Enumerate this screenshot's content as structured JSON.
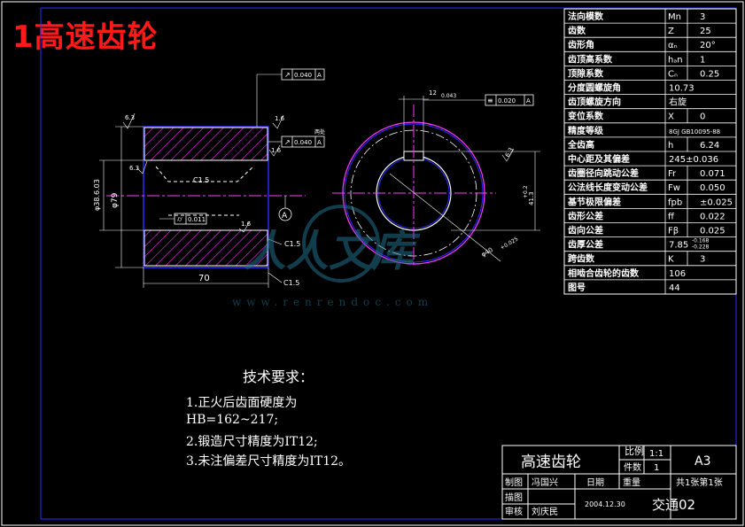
{
  "header": {
    "title": "1高速齿轮"
  },
  "params": [
    {
      "label": "法向模数",
      "sym": "Mn",
      "val": "3"
    },
    {
      "label": "齿数",
      "sym": "Z",
      "val": "25"
    },
    {
      "label": "齿形角",
      "sym": "αₙ",
      "val": "20°"
    },
    {
      "label": "齿顶高系数",
      "sym": "hₐn",
      "val": "1"
    },
    {
      "label": "顶隙系数",
      "sym": "Cₙ",
      "val": "0.25"
    },
    {
      "label": "分度圆螺旋角",
      "sym": "",
      "val": "10.73"
    },
    {
      "label": "齿顶螺旋方向",
      "sym": "",
      "val": "右旋"
    },
    {
      "label": "变位系数",
      "sym": "X",
      "val": "0"
    },
    {
      "label": "精度等级",
      "sym": "",
      "val": "8GJ GB10095-88"
    },
    {
      "label": "全齿高",
      "sym": "h",
      "val": "6.24"
    },
    {
      "label": "中心距及其偏差",
      "sym": "",
      "val": "245±0.036"
    },
    {
      "label": "齿圈径向跳动公差",
      "sym": "Fr",
      "val": "0.071"
    },
    {
      "label": "公法线长度变动公差",
      "sym": "Fw",
      "val": "0.050"
    },
    {
      "label": "基节极限偏差",
      "sym": "fpb",
      "val": "±0.025"
    },
    {
      "label": "齿形公差",
      "sym": "ff",
      "val": "0.022"
    },
    {
      "label": "齿向公差",
      "sym": "Fβ",
      "val": "0.025"
    },
    {
      "label": "齿厚公差",
      "sym": "",
      "val": "7.85"
    },
    {
      "label": "跨齿数",
      "sym": "K",
      "val": "3"
    },
    {
      "label": "相啮合齿轮的齿数",
      "sym": "",
      "val": "106"
    },
    {
      "label": "图号",
      "sym": "",
      "val": "44"
    }
  ],
  "thickness_tol": {
    "upper": "-0.168",
    "lower": "-0.228"
  },
  "dims": {
    "d_outer": "φ79",
    "d_bore": "φ38.6.03",
    "width": "70",
    "chamfer1": "C1.5",
    "chamfer2": "C1.5",
    "chamfer3": "C1.5",
    "key_width": "12",
    "key_width_tol": "0.043",
    "key_depth": "41.3",
    "key_depth_tol": "+0.2",
    "bore_r": "φ40",
    "bore_r_tol": "+0.025",
    "gt1": "0.040",
    "gt1_ref": "A",
    "gt2": "0.040",
    "gt2_ref": "A",
    "gt2_note": "两处",
    "gt3": "0.011",
    "gt4": "0.020",
    "gt4_ref": "A",
    "rough1": "6.3",
    "rough2": "1.6",
    "rough3": "1.6",
    "rough4": "6.3",
    "rough5": "1.6",
    "rough6": "6.3",
    "datum": "A"
  },
  "tech": {
    "heading": "技术要求：",
    "lines": [
      "1.正火后齿面硬度为",
      "HB=162~217;",
      "2.锻造尺寸精度为IT12;",
      "3.未注偏差尺寸精度为IT12。"
    ]
  },
  "titleblock": {
    "name": "高速齿轮",
    "scale_label": "比例",
    "scale": "1:1",
    "qty_label": "件数",
    "qty": "1",
    "size": "A3",
    "drawn_label": "制图",
    "drawn_by": "冯国兴",
    "date_label": "日期",
    "weight_label": "重量",
    "sheets": "共1张第1张",
    "trace_label": "描图",
    "check_label": "审核",
    "checked_by": "刘庆民",
    "date": "2004.12.30",
    "org": "交通02"
  },
  "watermark": {
    "text": "人人文库",
    "url": "www.renrendoc.com"
  },
  "colors": {
    "bg": "#000000",
    "line": "#ffffff",
    "frame": "#2b2bff",
    "accent": "#ff1a1a",
    "center": "#ff3cff",
    "green": "#3cff3c"
  }
}
